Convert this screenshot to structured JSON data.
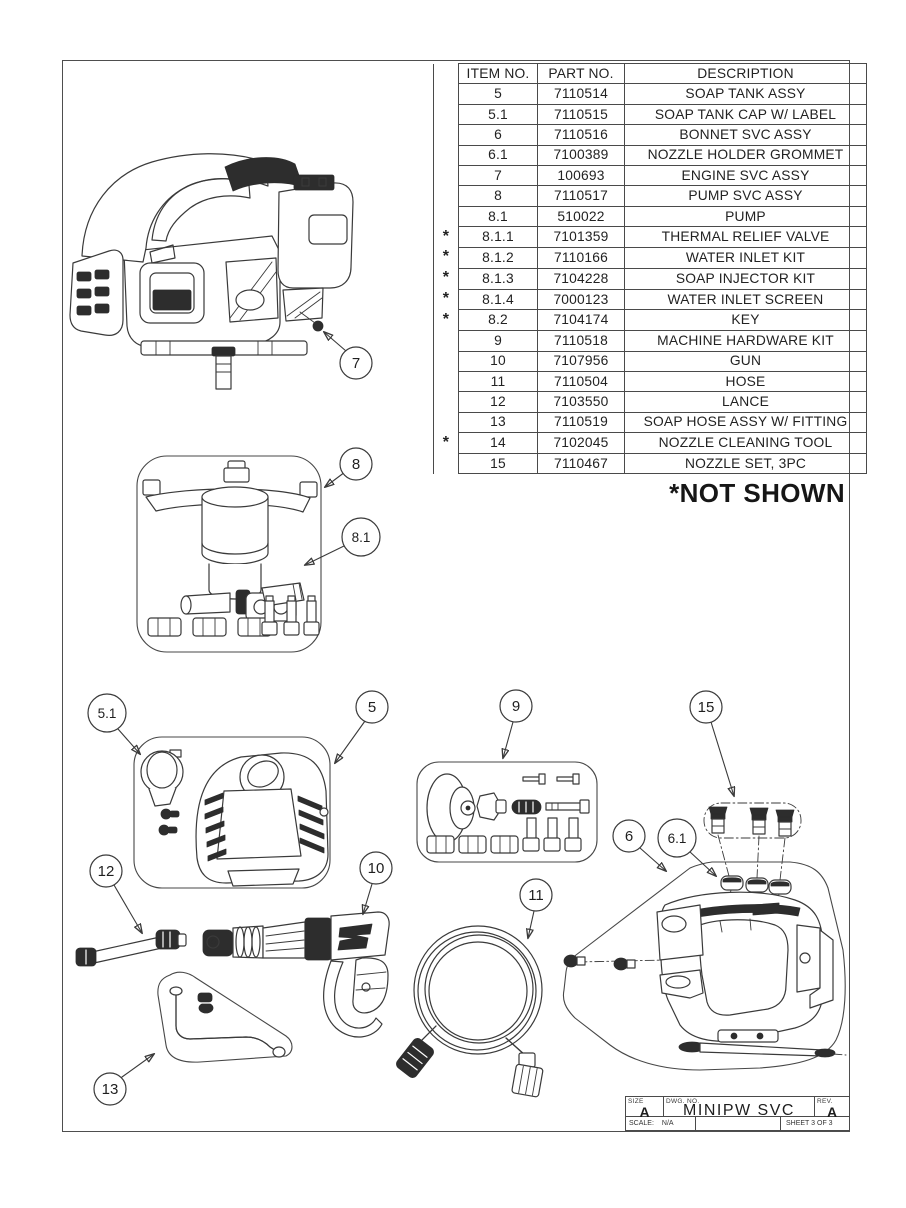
{
  "sheet": {
    "not_shown_note": "*NOT SHOWN"
  },
  "parts_table": {
    "headers": [
      "ITEM NO.",
      "PART NO.",
      "DESCRIPTION"
    ],
    "rows": [
      {
        "flag": "",
        "item": "5",
        "part": "7110514",
        "desc": "SOAP TANK ASSY"
      },
      {
        "flag": "",
        "item": "5.1",
        "part": "7110515",
        "desc": "SOAP TANK CAP W/ LABEL"
      },
      {
        "flag": "",
        "item": "6",
        "part": "7110516",
        "desc": "BONNET SVC ASSY"
      },
      {
        "flag": "",
        "item": "6.1",
        "part": "7100389",
        "desc": "NOZZLE HOLDER GROMMET"
      },
      {
        "flag": "",
        "item": "7",
        "part": "100693",
        "desc": "ENGINE SVC ASSY"
      },
      {
        "flag": "",
        "item": "8",
        "part": "7110517",
        "desc": "PUMP SVC ASSY"
      },
      {
        "flag": "",
        "item": "8.1",
        "part": "510022",
        "desc": "PUMP"
      },
      {
        "flag": "*",
        "item": "8.1.1",
        "part": "7101359",
        "desc": "THERMAL RELIEF VALVE"
      },
      {
        "flag": "*",
        "item": "8.1.2",
        "part": "7110166",
        "desc": "WATER INLET KIT"
      },
      {
        "flag": "*",
        "item": "8.1.3",
        "part": "7104228",
        "desc": "SOAP INJECTOR KIT"
      },
      {
        "flag": "*",
        "item": "8.1.4",
        "part": "7000123",
        "desc": "WATER INLET SCREEN"
      },
      {
        "flag": "*",
        "item": "8.2",
        "part": "7104174",
        "desc": "KEY"
      },
      {
        "flag": "",
        "item": "9",
        "part": "7110518",
        "desc": "MACHINE HARDWARE KIT"
      },
      {
        "flag": "",
        "item": "10",
        "part": "7107956",
        "desc": "GUN"
      },
      {
        "flag": "",
        "item": "11",
        "part": "7110504",
        "desc": "HOSE"
      },
      {
        "flag": "",
        "item": "12",
        "part": "7103550",
        "desc": "LANCE"
      },
      {
        "flag": "",
        "item": "13",
        "part": "7110519",
        "desc": "SOAP HOSE ASSY W/ FITTING"
      },
      {
        "flag": "*",
        "item": "14",
        "part": "7102045",
        "desc": "NOZZLE CLEANING TOOL"
      },
      {
        "flag": "",
        "item": "15",
        "part": "7110467",
        "desc": "NOZZLE SET, 3PC"
      }
    ]
  },
  "callouts": {
    "c5": "5",
    "c5_1": "5.1",
    "c6": "6",
    "c6_1": "6.1",
    "c7": "7",
    "c8": "8",
    "c8_1": "8.1",
    "c9": "9",
    "c10": "10",
    "c11": "11",
    "c12": "12",
    "c13": "13",
    "c15": "15"
  },
  "title_block": {
    "size_label": "SIZE",
    "size_value": "A",
    "dwg_label": "DWG.  NO.",
    "dwg_value": "MINIPW SVC",
    "rev_label": "REV.",
    "rev_value": "A",
    "scale_label": "SCALE:",
    "scale_value": "N/A",
    "sheet_label": "SHEET 3 OF 3"
  }
}
